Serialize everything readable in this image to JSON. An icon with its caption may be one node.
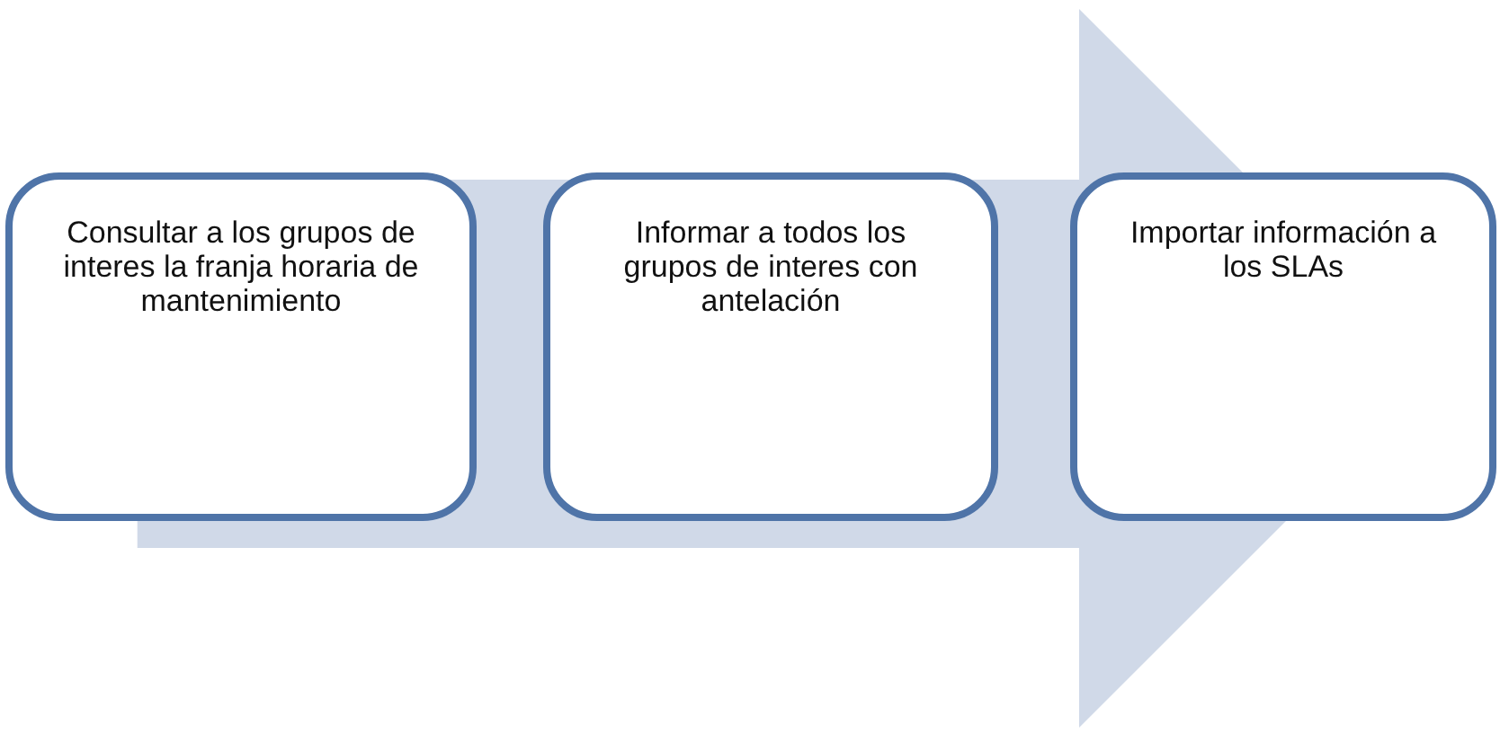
{
  "diagram": {
    "nodes": [
      {
        "text": [
          "Consultar a los grupos de interes la franja horaria de mantenimiento"
        ]
      },
      {
        "text": [
          "Informar a todos los grupos de interes con antelación"
        ]
      },
      {
        "text": [
          "Importar información a los SLAs"
        ]
      }
    ],
    "edges": [
      {
        "from": 0,
        "to": 2,
        "arrow": "to"
      }
    ]
  }
}
